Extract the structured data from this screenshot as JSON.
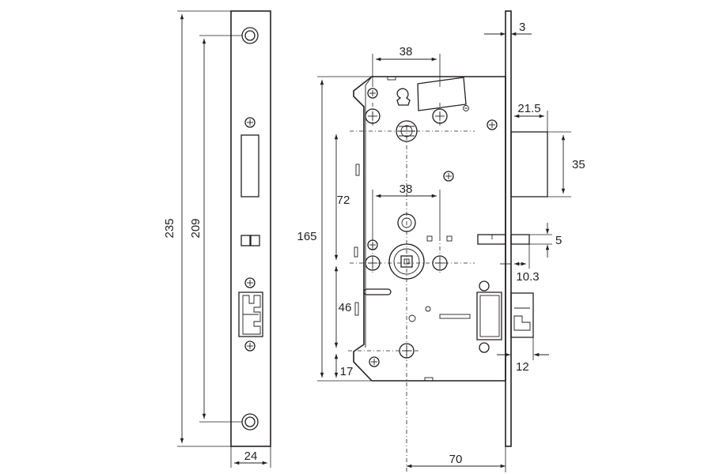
{
  "dimensions": {
    "faceplate_length": "235",
    "screw_spacing": "209",
    "faceplate_width": "24",
    "body_height": "165",
    "follower_to_top": "72",
    "cylinder_to_follower": "46",
    "bottom_offset": "17",
    "backset": "70",
    "top_spindle_spacing": "38",
    "mid_spindle_spacing": "38",
    "faceplate_thickness": "3",
    "latch_projection": "21.5",
    "latch_height": "35",
    "bolt_height": "5",
    "bolt_offset": "10.3",
    "deadbolt_projection": "12"
  }
}
